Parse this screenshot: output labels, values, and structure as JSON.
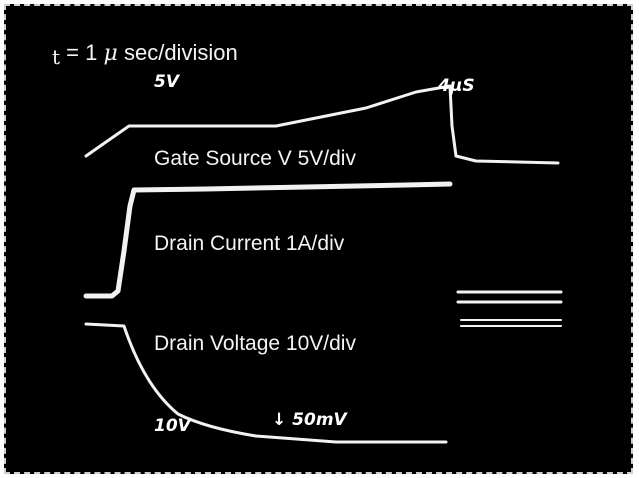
{
  "chart_data": {
    "type": "line",
    "title": "",
    "timebase": {
      "t_symbol": "t",
      "equals": "=",
      "value": "1",
      "unit_symbol": "μ",
      "unit": "sec/division"
    },
    "series": [
      {
        "name": "Gate Source V 5V/div"
      },
      {
        "name": "Drain Current 1A/div"
      },
      {
        "name": "Drain Voltage 10V/div"
      }
    ],
    "annotations": [
      "5V",
      "4μS",
      "10V",
      "↓ 50mV"
    ]
  }
}
